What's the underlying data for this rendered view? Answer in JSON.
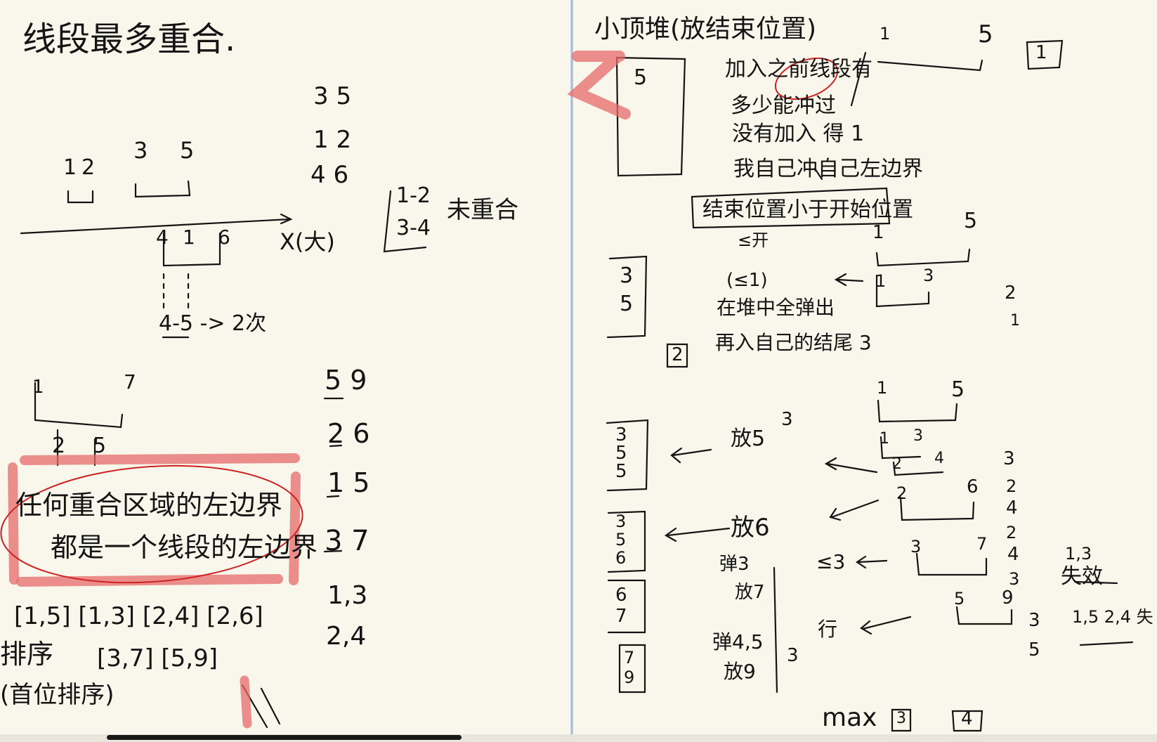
{
  "left": {
    "title": "线段最多重合.",
    "pairs_top": [
      "3 5",
      "1 2",
      "4 6"
    ],
    "seg_labels": {
      "a1": "1",
      "a2": "2",
      "b1": "3",
      "b2": "5",
      "c1": "4",
      "c2": "1",
      "c3": "6",
      "axis": "X(大)",
      "result": "4-5 -> 2次"
    },
    "no_overlap": {
      "r1": "1-2",
      "r2": "3-4",
      "label": "未重合"
    },
    "seg2_labels": {
      "p1": "1",
      "p2": "7",
      "p3": "2",
      "p4": "5"
    },
    "boxed_line1": "任何重合区域的左边界",
    "boxed_line2": "都是一个线段的左边界",
    "list_line": "[1,5] [1,3] [2,4] [2,6]",
    "sort_label": "排序",
    "list_line2": "[3,7] [5,9]",
    "sort_note": "(首位排序)",
    "pairs_right": [
      "5 9",
      "2 6",
      "1 5",
      "3 7",
      "1,3",
      "2,4"
    ]
  },
  "right": {
    "title": "小顶堆(放结束位置)",
    "tops": {
      "t1": "1",
      "t2": "5",
      "box1": "1"
    },
    "heap1": "5",
    "notes": [
      "加入之前线段有",
      "多少能冲过",
      "没有加入 得 1",
      "我自己冲自己左边界"
    ],
    "boxed_rule": "结束位置小于开始位置",
    "le1": "≤开",
    "le2": "(≤1)",
    "pop_note1": "在堆中全弹出",
    "pop_note2": "再入自己的结尾 3",
    "box2": "2",
    "heap2": [
      "3",
      "5"
    ],
    "seg_r": {
      "s1": "1",
      "s2": "5",
      "s3": "1",
      "s4": "3",
      "cnt": "2",
      "one": "1"
    },
    "put5": "放5",
    "put6": "放6",
    "pop3": "弹3",
    "put7": "放7",
    "pop45": "弹4,5",
    "put9": "放9",
    "le3": "≤3",
    "sym": "行",
    "heap3": [
      "3",
      "5",
      "5"
    ],
    "heap4": [
      "3",
      "5",
      "6"
    ],
    "heap5": [
      "6",
      "7"
    ],
    "heap6": [
      "7",
      "9"
    ],
    "counts": [
      "3",
      "3",
      "2",
      "4",
      "2",
      "4",
      "3",
      "3",
      "3",
      "5"
    ],
    "segs": [
      {
        "a": "1",
        "b": "5"
      },
      {
        "a": "1",
        "b": "3"
      },
      {
        "a": "2",
        "b": "4"
      },
      {
        "a": "2",
        "b": "6"
      },
      {
        "a": "3",
        "b": "7"
      },
      {
        "a": "5",
        "b": "9"
      }
    ],
    "fail1": "1,3",
    "fail1_label": "失效",
    "fail2": "1,5 2,4 失",
    "max_label": "max",
    "max_box": "3",
    "max_val": "4"
  }
}
